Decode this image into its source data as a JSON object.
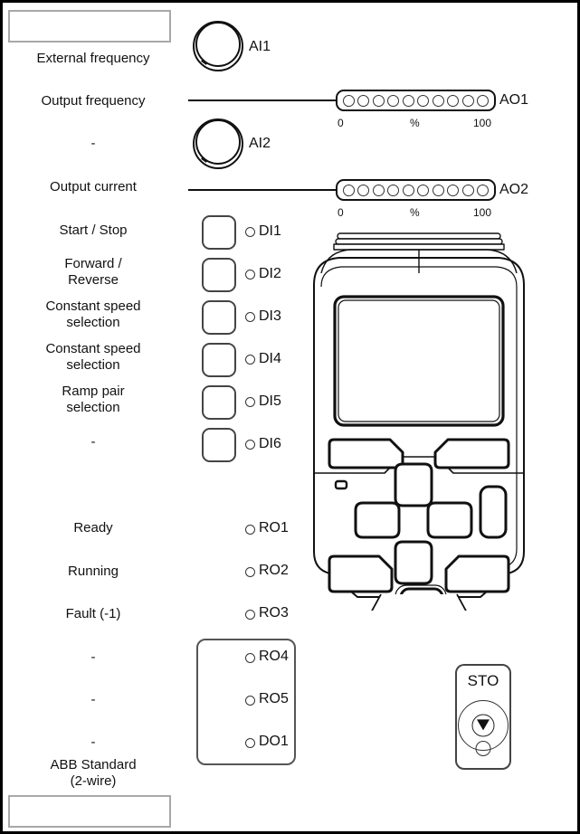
{
  "diagram": {
    "title": "ABB drive I/O connection panel",
    "type": "io-simulator"
  },
  "top_selector": {
    "value": "",
    "placeholder": ""
  },
  "bottom_selector": {
    "value": "",
    "placeholder": ""
  },
  "analog_inputs": [
    {
      "id": "AI1",
      "function": "External frequency",
      "control": "potentiometer"
    },
    {
      "id": "AI2",
      "function": "-",
      "control": "potentiometer"
    }
  ],
  "analog_outputs": [
    {
      "id": "AO1",
      "function": "Output frequency",
      "segments": 10,
      "scale": {
        "min": "0",
        "unit": "%",
        "max": "100"
      }
    },
    {
      "id": "AO2",
      "function": "Output current",
      "segments": 10,
      "scale": {
        "min": "0",
        "unit": "%",
        "max": "100"
      }
    }
  ],
  "digital_inputs": [
    {
      "id": "DI1",
      "function": "Start / Stop"
    },
    {
      "id": "DI2",
      "function": "Forward /\nReverse"
    },
    {
      "id": "DI3",
      "function": "Constant speed\nselection"
    },
    {
      "id": "DI4",
      "function": "Constant speed\nselection"
    },
    {
      "id": "DI5",
      "function": "Ramp pair\nselection"
    },
    {
      "id": "DI6",
      "function": "-"
    }
  ],
  "relay_outputs": [
    {
      "id": "RO1",
      "function": "Ready",
      "in_module": false
    },
    {
      "id": "RO2",
      "function": "Running",
      "in_module": false
    },
    {
      "id": "RO3",
      "function": "Fault (-1)",
      "in_module": false
    },
    {
      "id": "RO4",
      "function": "-",
      "in_module": true
    },
    {
      "id": "RO5",
      "function": "-",
      "in_module": true
    },
    {
      "id": "DO1",
      "function": "-",
      "in_module": true
    }
  ],
  "macro": {
    "label": "ABB Standard\n(2-wire)"
  },
  "sto": {
    "label": "STO"
  },
  "control_panel": {
    "name": "control-panel",
    "keys": [
      "soft-key-left",
      "soft-key-right",
      "nav-up",
      "nav-left",
      "nav-right",
      "nav-down",
      "side-key",
      "help-key",
      "menu-key",
      "loc-rem-key"
    ]
  },
  "colors": {
    "line": "#111111",
    "frame": "#000000",
    "combo_border": "#a8a8a8",
    "panel_fill": "#ffffff"
  }
}
